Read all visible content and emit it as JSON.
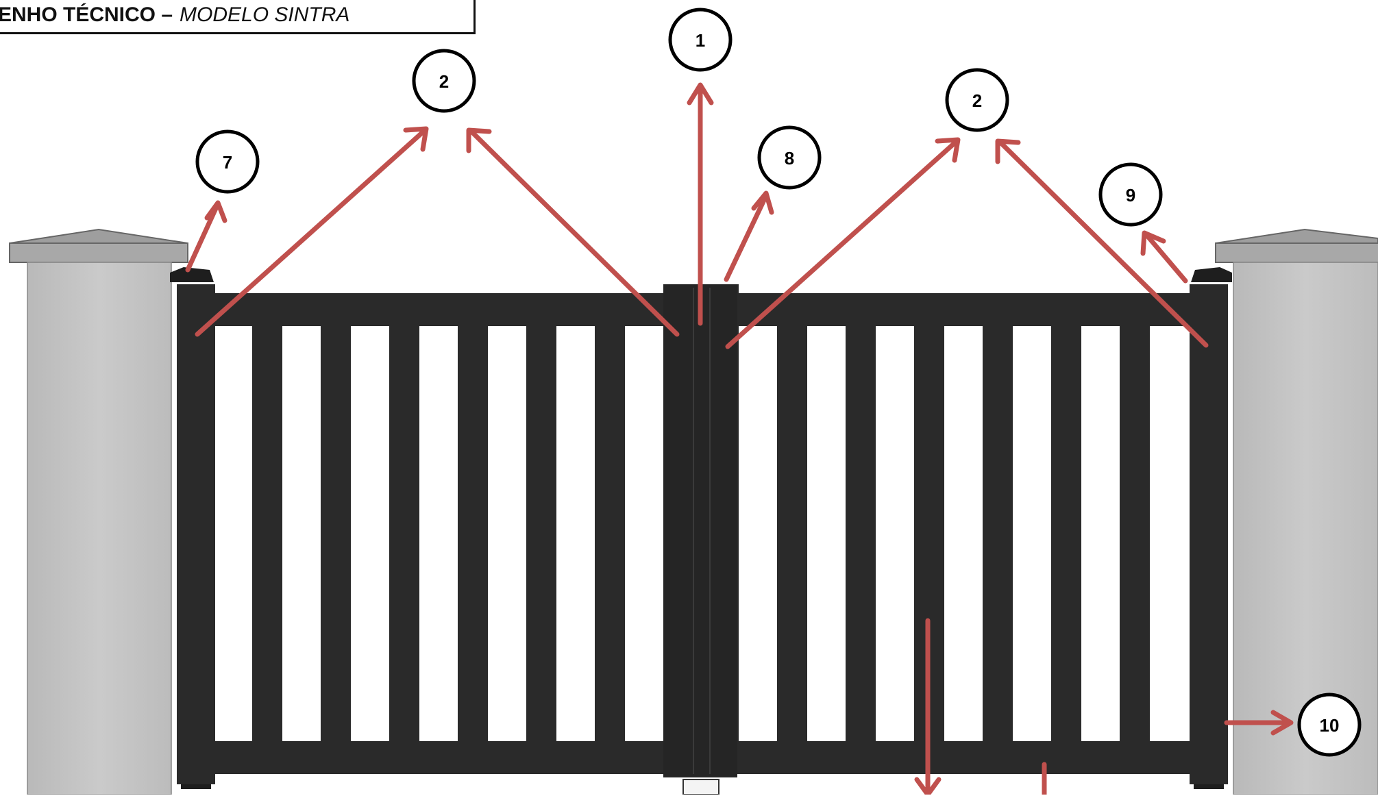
{
  "title": {
    "main": "ENHO TÉCNICO –",
    "model": "MODELO SINTRA"
  },
  "callouts": [
    "1",
    "2",
    "2",
    "7",
    "8",
    "9",
    "10"
  ],
  "colors": {
    "gate": "#2a2a2a",
    "pillar": "#c4c4c4",
    "pillar_cap": "#a9a9a9",
    "arrow": "#c0504d",
    "circle_stroke": "#000000"
  },
  "icons": [
    "arrow",
    "callout-circle",
    "pillar",
    "gate-leaf"
  ]
}
